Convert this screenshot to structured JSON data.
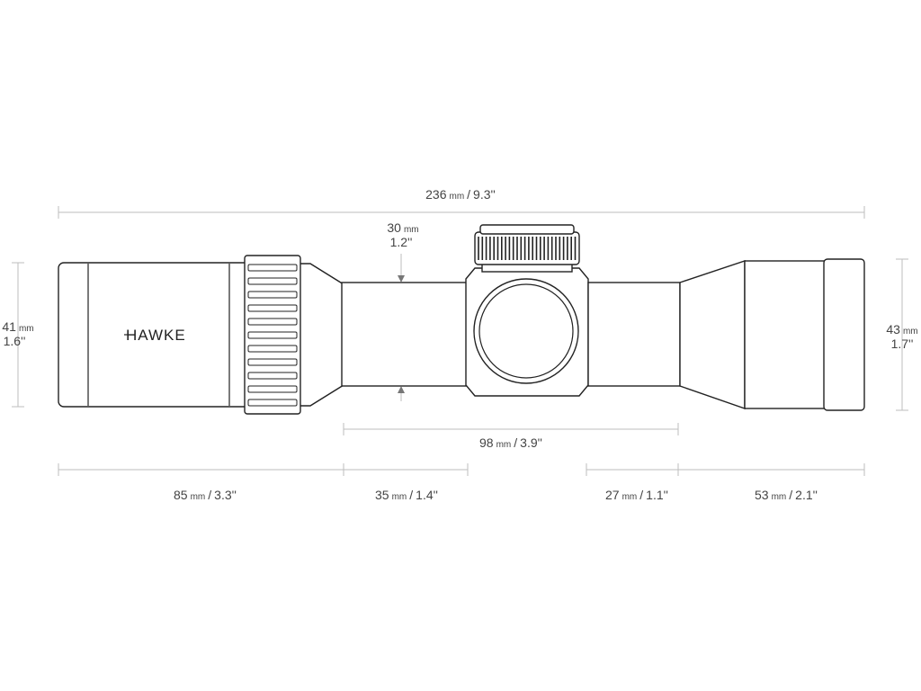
{
  "brand": {
    "logo_text": "HAWKE"
  },
  "units": {
    "mm": "mm"
  },
  "dimensions": {
    "overall_length": {
      "mm": "236",
      "inch": "9.3''"
    },
    "tube_diameter": {
      "mm": "30",
      "inch": "1.2''"
    },
    "eyepiece_diameter": {
      "mm": "41",
      "inch": "1.6''"
    },
    "objective_diameter": {
      "mm": "43",
      "inch": "1.7''"
    },
    "mounting_length": {
      "mm": "98",
      "inch": "3.9''"
    },
    "eyepiece_length": {
      "mm": "85",
      "inch": "3.3''"
    },
    "front_tube_to_turret": {
      "mm": "35",
      "inch": "1.4''"
    },
    "turret_to_bell": {
      "mm": "27",
      "inch": "1.1''"
    },
    "objective_bell_length": {
      "mm": "53",
      "inch": "2.1''"
    }
  },
  "colors": {
    "outline": "#222222",
    "dimension_line": "#bdbdbd",
    "text": "#444444"
  }
}
